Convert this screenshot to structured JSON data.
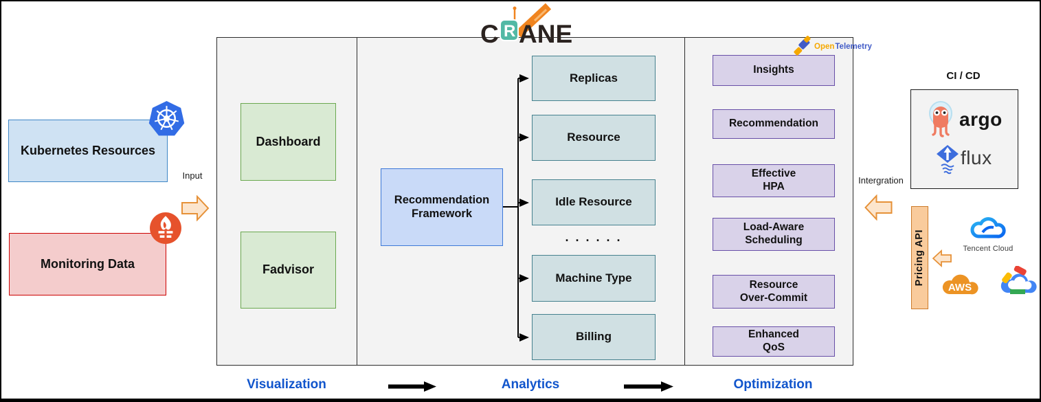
{
  "logo": {
    "c": "C",
    "r": "R",
    "ane": "ANE"
  },
  "left_inputs": {
    "kubernetes": "Kubernetes Resources",
    "monitoring": "Monitoring Data",
    "input_label": "Input"
  },
  "visualization": {
    "label": "Visualization",
    "dashboard": "Dashboard",
    "fadvisor": "Fadvisor"
  },
  "analytics": {
    "label": "Analytics",
    "framework": "Recommendation\nFramework",
    "items": [
      "Replicas",
      "Resource",
      "Idle Resource",
      "Machine Type",
      "Billing"
    ],
    "ellipsis": "· · · · · ·"
  },
  "optimization": {
    "label": "Optimization",
    "items": [
      "Insights",
      "Recommendation",
      "Effective\nHPA",
      "Load-Aware\nScheduling",
      "Resource\nOver-Commit",
      "Enhanced\nQoS"
    ]
  },
  "opentelemetry": {
    "open": "Open",
    "telemetry": "Telemetry"
  },
  "cicd": {
    "label": "CI / CD",
    "argo": "argo",
    "flux": "flux"
  },
  "integration": {
    "label": "Intergration",
    "pricing_api": "Pricing API"
  },
  "clouds": {
    "tencent": "Tencent Cloud",
    "aws": "AWS"
  },
  "colors": {
    "section_label_blue": "#1155cc",
    "panel_bg": "#f3f3f3",
    "green_fill": "#d9ead3",
    "green_border": "#6aa84f",
    "framework_fill": "#c9daf8",
    "framework_border": "#3c78d8",
    "teal_fill": "#d0e0e3",
    "teal_border": "#45818e",
    "purple_fill": "#d9d2e9",
    "purple_border": "#674ea7",
    "kubernetes_fill": "#cfe2f3",
    "kubernetes_border": "#3d85c6",
    "monitoring_fill": "#f4cccc",
    "monitoring_border": "#cc0000",
    "arrow_fill": "#fce5cd",
    "arrow_border": "#e69138",
    "pricing_fill": "#f9cb9c",
    "kubernetes_blue": "#326ce5",
    "prometheus_orange": "#e6522c",
    "crane_teal": "#52b9a5",
    "crane_orange": "#f0841f",
    "otel_orange": "#f5a800",
    "otel_blue": "#425cc7",
    "aws_orange": "#ec9324"
  }
}
